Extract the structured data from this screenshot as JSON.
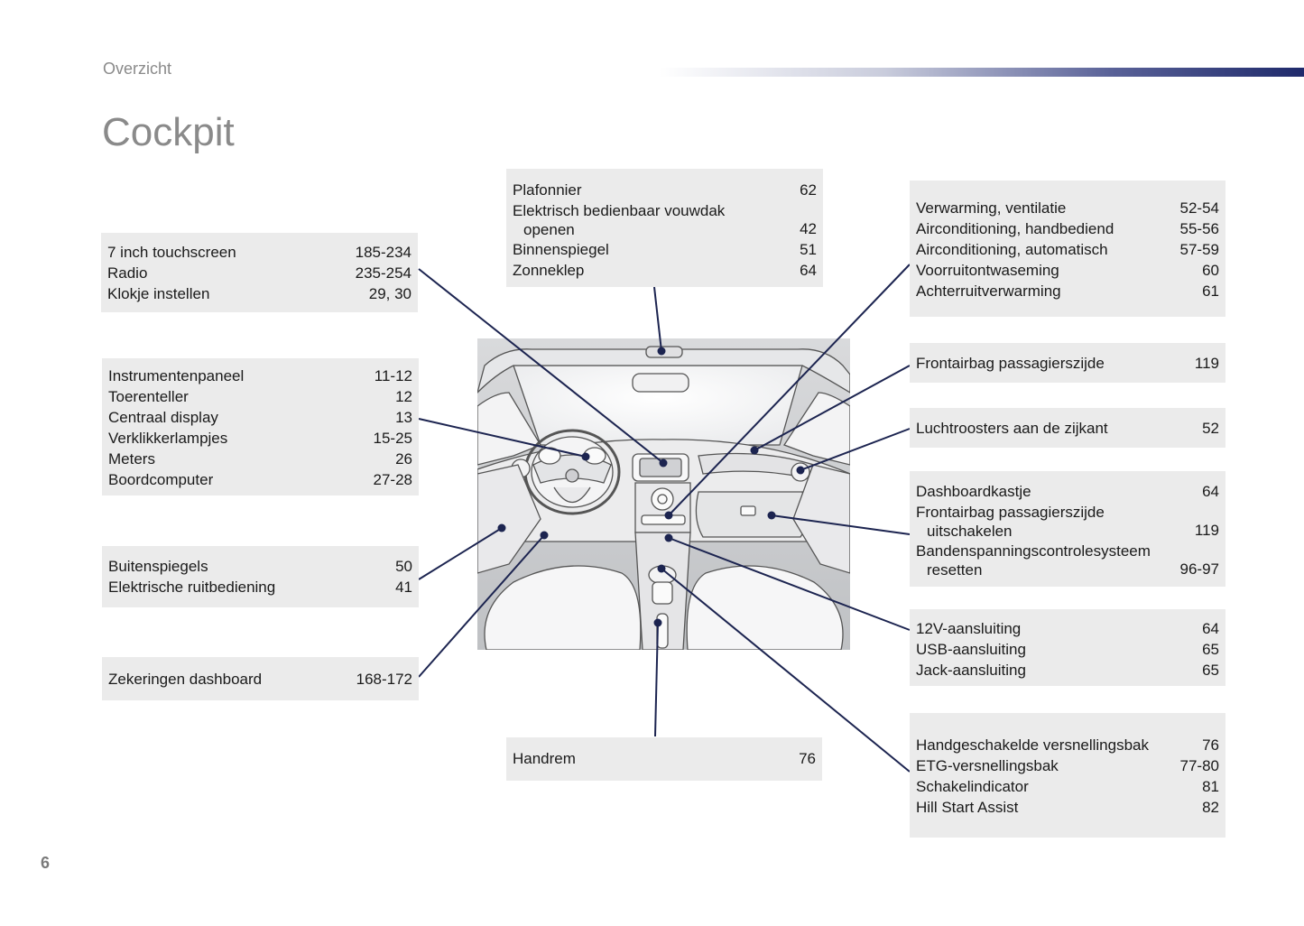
{
  "header": {
    "section": "Overzicht",
    "title": "Cockpit"
  },
  "page_number": "6",
  "boxes": {
    "touchscreen": {
      "items": [
        {
          "label": "7 inch touchscreen",
          "pages": "185-234"
        },
        {
          "label": "Radio",
          "pages": "235-254"
        },
        {
          "label": "Klokje instellen",
          "pages": "29, 30"
        }
      ]
    },
    "instruments": {
      "items": [
        {
          "label": "Instrumentenpaneel",
          "pages": "11-12"
        },
        {
          "label": "Toerenteller",
          "pages": "12"
        },
        {
          "label": "Centraal display",
          "pages": "13"
        },
        {
          "label": "Verklikkerlampjes",
          "pages": "15-25"
        },
        {
          "label": "Meters",
          "pages": "26"
        },
        {
          "label": "Boordcomputer",
          "pages": "27-28"
        }
      ]
    },
    "mirrors": {
      "items": [
        {
          "label": "Buitenspiegels",
          "pages": "50"
        },
        {
          "label": "Elektrische ruitbediening",
          "pages": "41"
        }
      ]
    },
    "fuses": {
      "items": [
        {
          "label": "Zekeringen dashboard",
          "pages": "168-172"
        }
      ]
    },
    "ceiling": {
      "items": [
        {
          "label": "Plafonnier",
          "pages": "62"
        },
        {
          "label": "Elektrisch bedienbaar vouwdak",
          "label2": "openen",
          "pages": "42"
        },
        {
          "label": "Binnenspiegel",
          "pages": "51"
        },
        {
          "label": "Zonneklep",
          "pages": "64"
        }
      ]
    },
    "handbrake": {
      "items": [
        {
          "label": "Handrem",
          "pages": "76"
        }
      ]
    },
    "heating": {
      "items": [
        {
          "label": "Verwarming, ventilatie",
          "pages": "52-54"
        },
        {
          "label": "Airconditioning, handbediend",
          "pages": "55-56"
        },
        {
          "label": "Airconditioning, automatisch",
          "pages": "57-59"
        },
        {
          "label": "Voorruitontwaseming",
          "pages": "60"
        },
        {
          "label": "Achterruitverwarming",
          "pages": "61"
        }
      ]
    },
    "airbag": {
      "items": [
        {
          "label": "Frontairbag passagierszijde",
          "pages": "119"
        }
      ]
    },
    "vents": {
      "items": [
        {
          "label": "Luchtroosters aan de zijkant",
          "pages": "52"
        }
      ]
    },
    "glovebox": {
      "items": [
        {
          "label": "Dashboardkastje",
          "pages": "64"
        },
        {
          "label": "Frontairbag passagierszijde",
          "label2": "uitschakelen",
          "pages": "119"
        },
        {
          "label": "Bandenspanningscontrolesysteem",
          "label2": "resetten",
          "pages": "96-97"
        }
      ]
    },
    "sockets": {
      "items": [
        {
          "label": "12V-aansluiting",
          "pages": "64"
        },
        {
          "label": "USB-aansluiting",
          "pages": "65"
        },
        {
          "label": "Jack-aansluiting",
          "pages": "65"
        }
      ]
    },
    "gearbox": {
      "items": [
        {
          "label": "Handgeschakelde versnellingsbak",
          "pages": "76"
        },
        {
          "label": "ETG-versnellingsbak",
          "pages": "77-80"
        },
        {
          "label": "Schakelindicator",
          "pages": "81"
        },
        {
          "label": "Hill Start Assist",
          "pages": "82"
        }
      ]
    }
  },
  "colors": {
    "leader_line": "#1c2450",
    "box_bg": "#ebebeb",
    "heading_gray": "#8a8a8a"
  }
}
